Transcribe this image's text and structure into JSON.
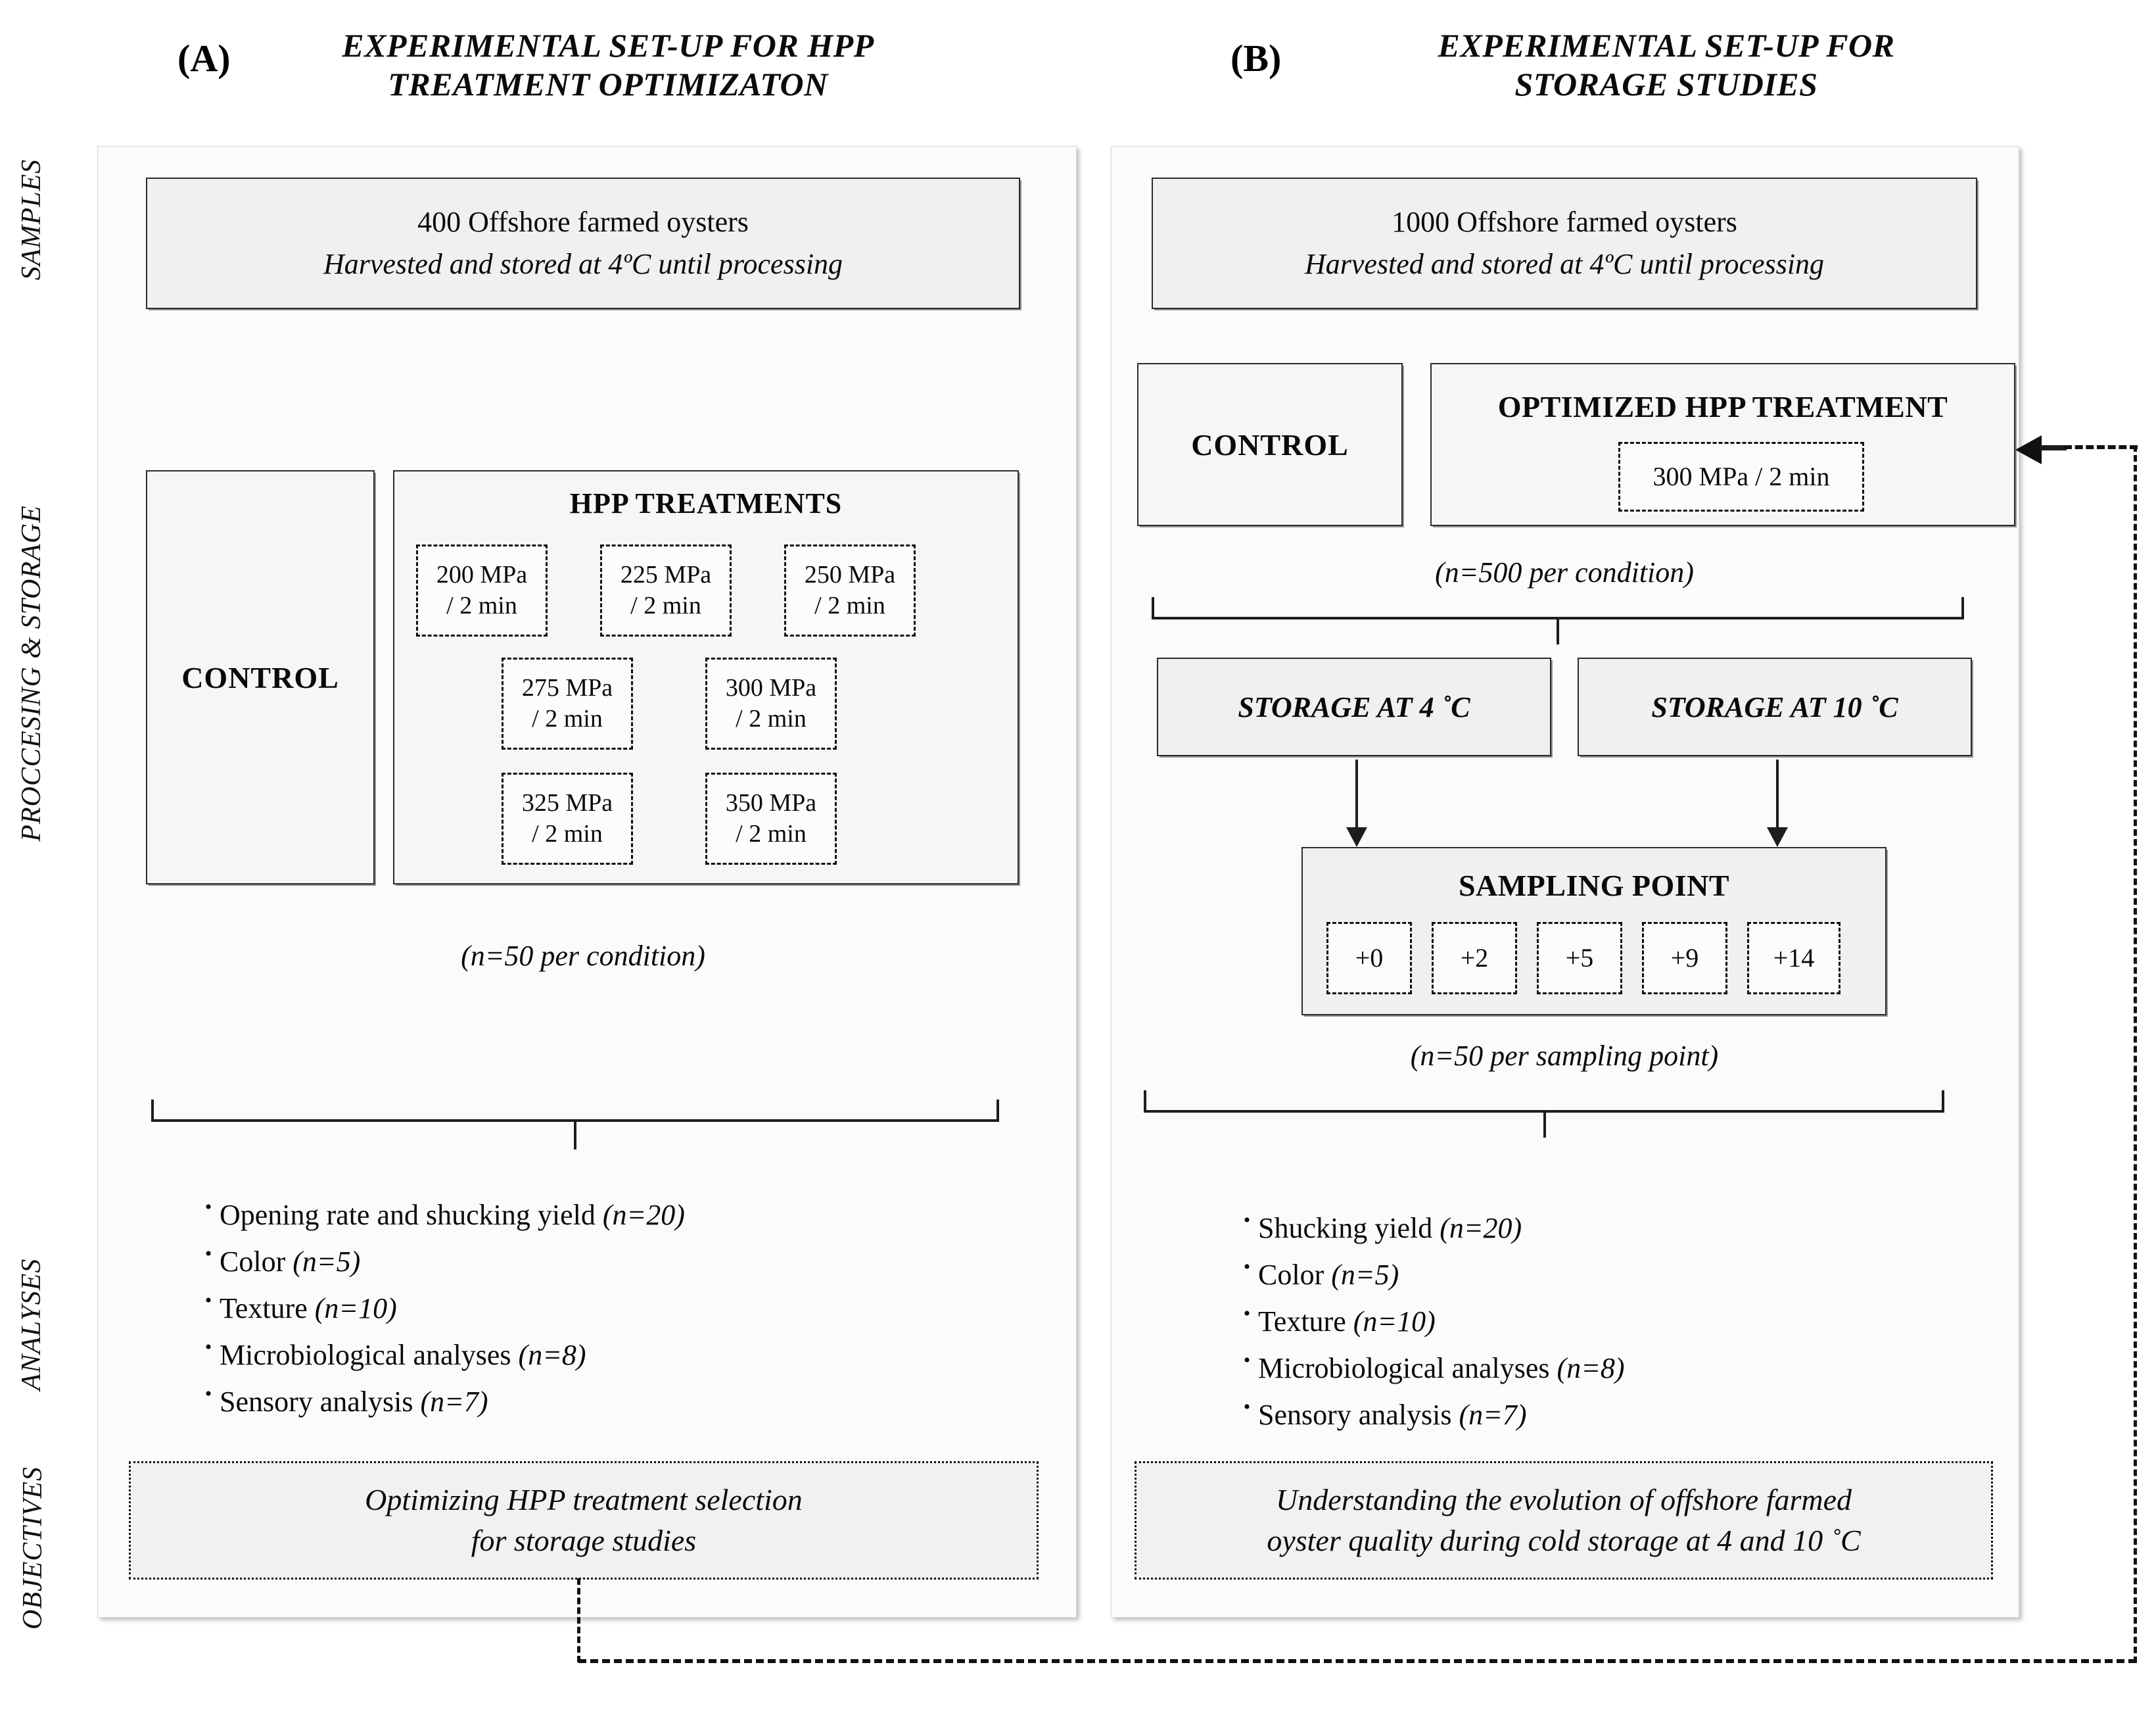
{
  "stage_labels": [
    {
      "name": "samples",
      "text": "SAMPLES"
    },
    {
      "name": "processing-storage",
      "text": "PROCCESING & STORAGE"
    },
    {
      "name": "analyses",
      "text": "ANALYSES"
    },
    {
      "name": "objectives",
      "text": "OBJECTIVES"
    }
  ],
  "panel_a": {
    "letter": "(A)",
    "title_line1": "EXPERIMENTAL SET-UP FOR HPP",
    "title_line2": "TREATMENT OPTIMIZATON",
    "samples": {
      "line1": "400 Offshore farmed oysters",
      "line2": "Harvested and stored at 4ºC until processing"
    },
    "control_label": "CONTROL",
    "treatments_title": "HPP TREATMENTS",
    "treatments": [
      {
        "pressure": "200 MPa",
        "time": "/ 2 min"
      },
      {
        "pressure": "225 MPa",
        "time": "/ 2 min"
      },
      {
        "pressure": "250 MPa",
        "time": "/ 2 min"
      },
      {
        "pressure": "275 MPa",
        "time": "/ 2 min"
      },
      {
        "pressure": "300 MPa",
        "time": "/ 2 min"
      },
      {
        "pressure": "325 MPa",
        "time": "/ 2 min"
      },
      {
        "pressure": "350 MPa",
        "time": "/ 2 min"
      }
    ],
    "n_note": "(n=50 per condition)",
    "analyses": [
      {
        "label": "Opening rate and shucking yield ",
        "n": "(n=20)"
      },
      {
        "label": "Color ",
        "n": "(n=5)"
      },
      {
        "label": "Texture ",
        "n": "(n=10)"
      },
      {
        "label": "Microbiological analyses ",
        "n": "(n=8)"
      },
      {
        "label": "Sensory analysis ",
        "n": "(n=7)"
      }
    ],
    "objective_line1": "Optimizing  HPP treatment selection",
    "objective_line2": "for storage studies"
  },
  "panel_b": {
    "letter": "(B)",
    "title_line1": "EXPERIMENTAL SET-UP FOR",
    "title_line2": "STORAGE STUDIES",
    "samples": {
      "line1": "1000 Offshore farmed oysters",
      "line2": "Harvested and stored at 4ºC until processing"
    },
    "control_label": "CONTROL",
    "optimized_title": "OPTIMIZED HPP TREATMENT",
    "optimized_value": "300 MPa / 2 min",
    "n_condition_note": "(n=500 per condition)",
    "storage_boxes": [
      {
        "label": "STORAGE AT 4 ˚C"
      },
      {
        "label": "STORAGE AT 10 ˚C"
      }
    ],
    "sampling_title": "SAMPLING POINT",
    "sampling_points": [
      "+0",
      "+2",
      "+5",
      "+9",
      "+14"
    ],
    "n_sampling_note": "(n=50 per sampling point)",
    "analyses": [
      {
        "label": "Shucking yield ",
        "n": "(n=20)"
      },
      {
        "label": "Color ",
        "n": "(n=5)"
      },
      {
        "label": "Texture ",
        "n": "(n=10)"
      },
      {
        "label": "Microbiological analyses ",
        "n": "(n=8)"
      },
      {
        "label": "Sensory analysis ",
        "n": "(n=7)"
      }
    ],
    "objective_line1": "Understanding the evolution of offshore farmed",
    "objective_line2": "oyster quality during cold storage at 4 and 10 ˚C"
  },
  "bullet_glyph": "•",
  "colors": {
    "panel_bg": "#fbfbfb",
    "box_fill": "#f0f0f0",
    "line": "#1d1d1d",
    "text": "#0a0a0a"
  }
}
